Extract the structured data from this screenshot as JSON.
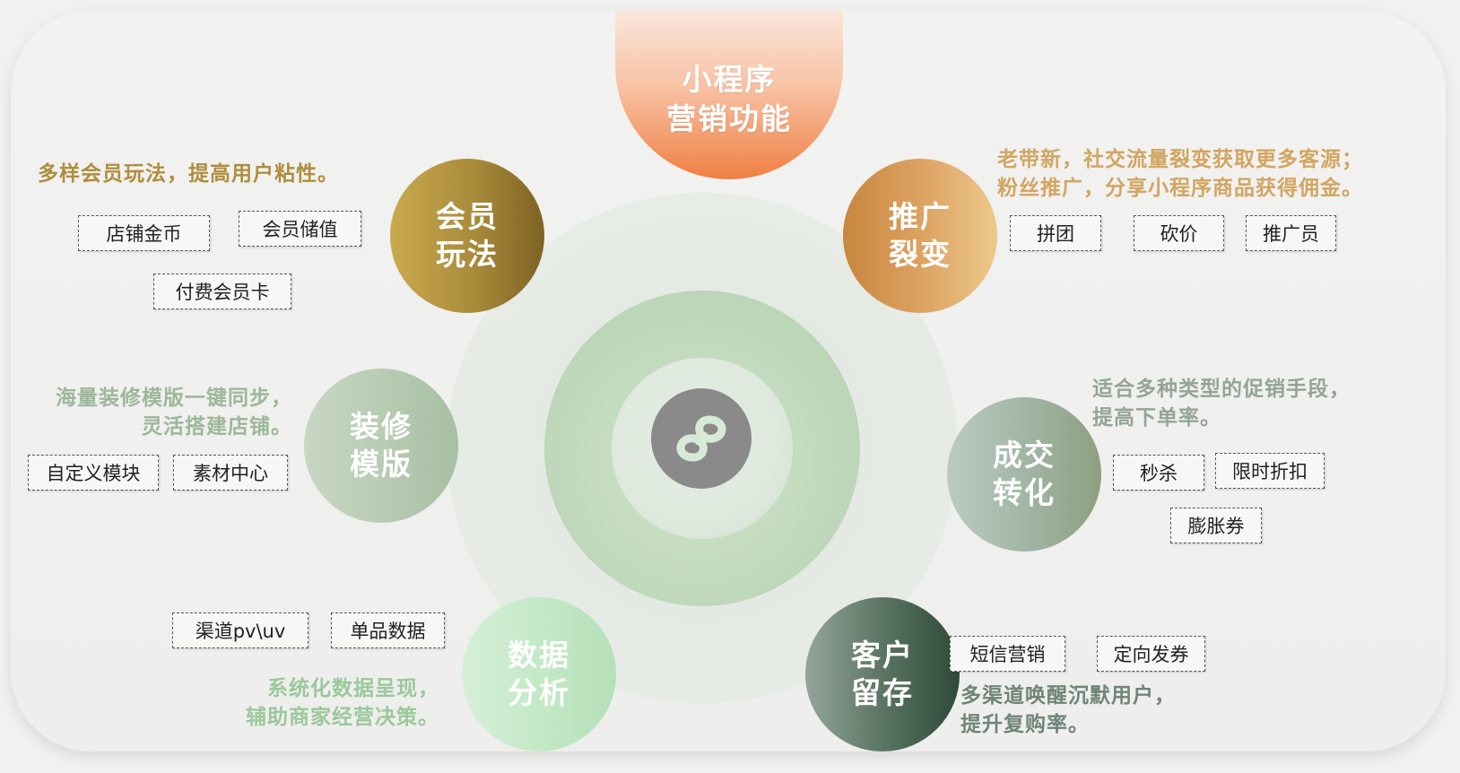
{
  "title": {
    "line1": "小程序",
    "line2": "营销功能"
  },
  "center": {
    "icon": "mini-program-logo-icon"
  },
  "colors": {
    "title_gradient": [
      "#fbe6dc",
      "#f07f43"
    ],
    "member": "#a98a3a",
    "promo": "#dea565",
    "decor": "#b7cbb3",
    "deal": "#9fb4a3",
    "data": "#c2e8c5",
    "customer": "#56705e"
  },
  "nodes": {
    "member": {
      "line1": "会员",
      "line2": "玩法",
      "desc": [
        "多样会员玩法，提高用户粘性。"
      ],
      "tags": [
        "店铺金币",
        "会员储值",
        "付费会员卡"
      ]
    },
    "promo": {
      "line1": "推广",
      "line2": "裂变",
      "desc": [
        "老带新，社交流量裂变获取更多客源；",
        "粉丝推广，分享小程序商品获得佣金。"
      ],
      "tags": [
        "拼团",
        "砍价",
        "推广员"
      ]
    },
    "decor": {
      "line1": "装修",
      "line2": "模版",
      "desc": [
        "海量装修模版一键同步，",
        "灵活搭建店铺。"
      ],
      "tags": [
        "自定义模块",
        "素材中心"
      ]
    },
    "deal": {
      "line1": "成交",
      "line2": "转化",
      "desc": [
        "适合多种类型的促销手段，",
        "提高下单率。"
      ],
      "tags": [
        "秒杀",
        "限时折扣",
        "膨胀券"
      ]
    },
    "data": {
      "line1": "数据",
      "line2": "分析",
      "desc": [
        "系统化数据呈现，",
        "辅助商家经营决策。"
      ],
      "tags": [
        "渠道pv\\uv",
        "单品数据"
      ]
    },
    "customer": {
      "line1": "客户",
      "line2": "留存",
      "desc": [
        "多渠道唤醒沉默用户，",
        "提升复购率。"
      ],
      "tags": [
        "短信营销",
        "定向发券"
      ]
    }
  }
}
